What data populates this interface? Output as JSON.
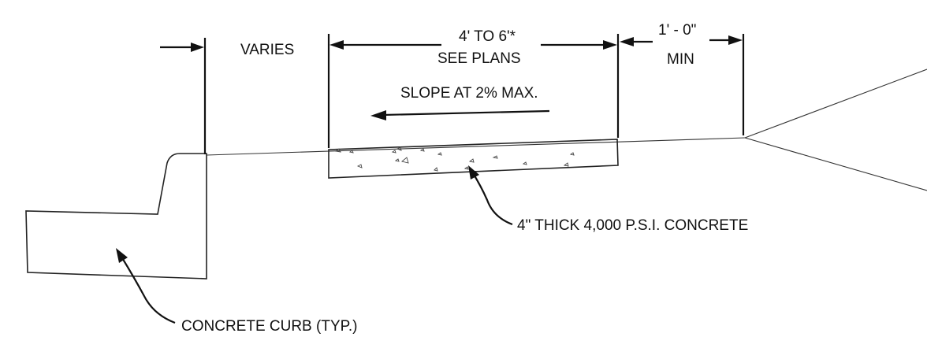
{
  "labels": {
    "varies": "VARIES",
    "walk_width_line1": "4' TO 6'*",
    "walk_width_line2": "SEE PLANS",
    "offset_line1": "1' - 0\"",
    "offset_line2": "MIN",
    "slope": "SLOPE AT 2% MAX.",
    "concrete_note": "4\" THICK 4,000 P.S.I. CONCRETE",
    "curb_note": "CONCRETE CURB (TYP.)"
  }
}
